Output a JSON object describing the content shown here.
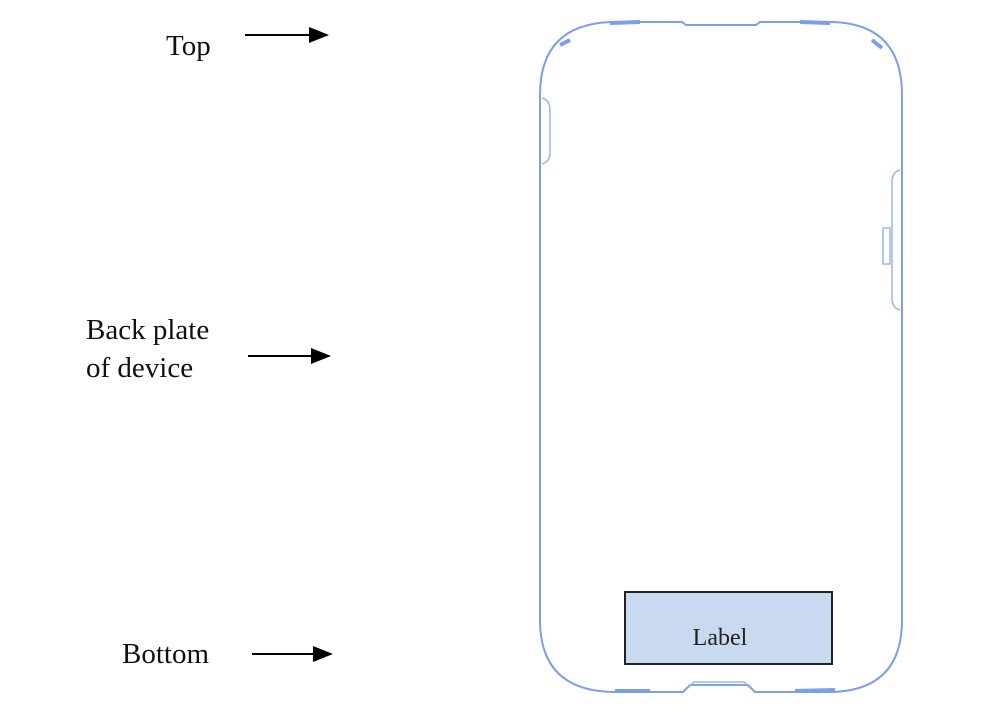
{
  "annotations": {
    "top": "Top",
    "back_plate_line1": "Back plate",
    "back_plate_line2": "of device",
    "bottom": "Bottom"
  },
  "device": {
    "label_text": "Label",
    "outline_color": "#7d9ee8",
    "label_fill": "#c9d9f0"
  }
}
